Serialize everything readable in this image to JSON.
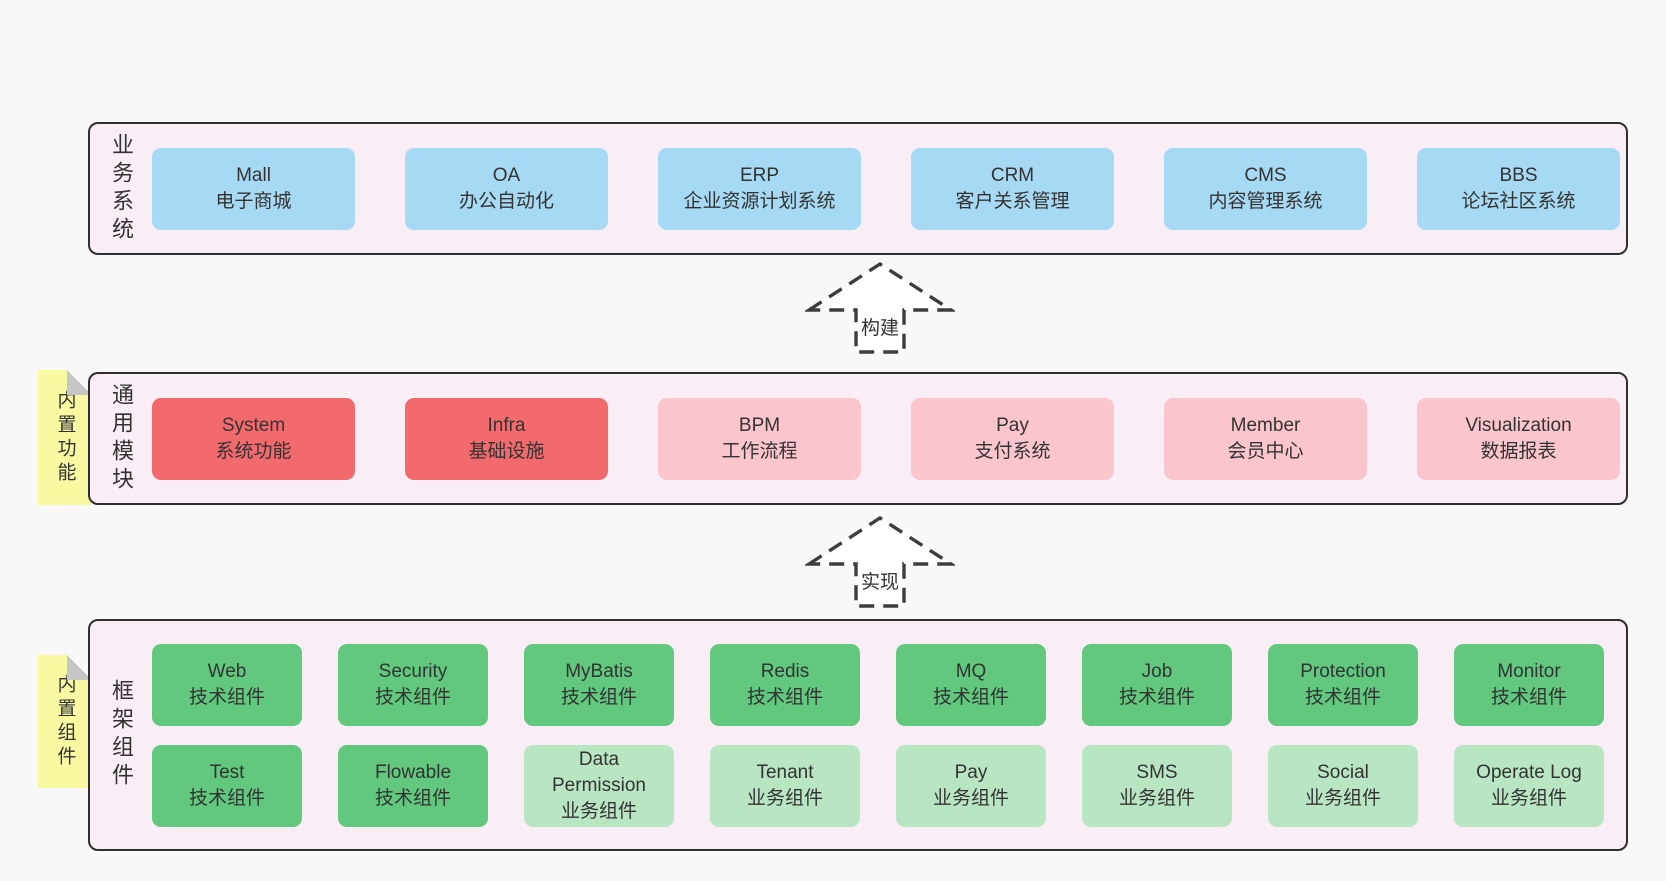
{
  "colors": {
    "page_bg": "#f8f8f8",
    "panel_bg": "#f9edf6",
    "panel_border": "#2f2f2f",
    "blue": "#a6d9f3",
    "red": "#f36a6c",
    "pink": "#fbc5ce",
    "green": "#61c87d",
    "light_green": "#b8e6c3",
    "tab_bg": "#f9f9a1",
    "tab_fold": "#c6c6c6",
    "arrow_stroke": "#3d3d3d",
    "arrow_fill": "#ffffff",
    "text": "#333333"
  },
  "arrows": [
    {
      "id": "build",
      "label": "构建"
    },
    {
      "id": "implement",
      "label": "实现"
    }
  ],
  "sections": [
    {
      "id": "business-systems",
      "side_label": "业务系统",
      "tab": null,
      "rows": [
        [
          {
            "en": "Mall",
            "zh": "电子商城",
            "variant": "blue"
          },
          {
            "en": "OA",
            "zh": "办公自动化",
            "variant": "blue"
          },
          {
            "en": "ERP",
            "zh": "企业资源计划系统",
            "variant": "blue"
          },
          {
            "en": "CRM",
            "zh": "客户关系管理",
            "variant": "blue"
          },
          {
            "en": "CMS",
            "zh": "内容管理系统",
            "variant": "blue"
          },
          {
            "en": "BBS",
            "zh": "论坛社区系统",
            "variant": "blue"
          }
        ]
      ]
    },
    {
      "id": "common-modules",
      "side_label": "通用模块",
      "tab": "内置功能",
      "rows": [
        [
          {
            "en": "System",
            "zh": "系统功能",
            "variant": "red"
          },
          {
            "en": "Infra",
            "zh": "基础设施",
            "variant": "red"
          },
          {
            "en": "BPM",
            "zh": "工作流程",
            "variant": "pink"
          },
          {
            "en": "Pay",
            "zh": "支付系统",
            "variant": "pink"
          },
          {
            "en": "Member",
            "zh": "会员中心",
            "variant": "pink"
          },
          {
            "en": "Visualization",
            "zh": "数据报表",
            "variant": "pink"
          }
        ]
      ]
    },
    {
      "id": "framework-components",
      "side_label": "框架组件",
      "tab": "内置组件",
      "rows": [
        [
          {
            "en": "Web",
            "zh": "技术组件",
            "variant": "green"
          },
          {
            "en": "Security",
            "zh": "技术组件",
            "variant": "green"
          },
          {
            "en": "MyBatis",
            "zh": "技术组件",
            "variant": "green"
          },
          {
            "en": "Redis",
            "zh": "技术组件",
            "variant": "green"
          },
          {
            "en": "MQ",
            "zh": "技术组件",
            "variant": "green"
          },
          {
            "en": "Job",
            "zh": "技术组件",
            "variant": "green"
          },
          {
            "en": "Protection",
            "zh": "技术组件",
            "variant": "green"
          },
          {
            "en": "Monitor",
            "zh": "技术组件",
            "variant": "green"
          }
        ],
        [
          {
            "en": "Test",
            "zh": "技术组件",
            "variant": "green"
          },
          {
            "en": "Flowable",
            "zh": "技术组件",
            "variant": "green"
          },
          {
            "en": "Data Permission",
            "zh": "业务组件",
            "variant": "light_green"
          },
          {
            "en": "Tenant",
            "zh": "业务组件",
            "variant": "light_green"
          },
          {
            "en": "Pay",
            "zh": "业务组件",
            "variant": "light_green"
          },
          {
            "en": "SMS",
            "zh": "业务组件",
            "variant": "light_green"
          },
          {
            "en": "Social",
            "zh": "业务组件",
            "variant": "light_green"
          },
          {
            "en": "Operate Log",
            "zh": "业务组件",
            "variant": "light_green"
          }
        ]
      ]
    }
  ]
}
